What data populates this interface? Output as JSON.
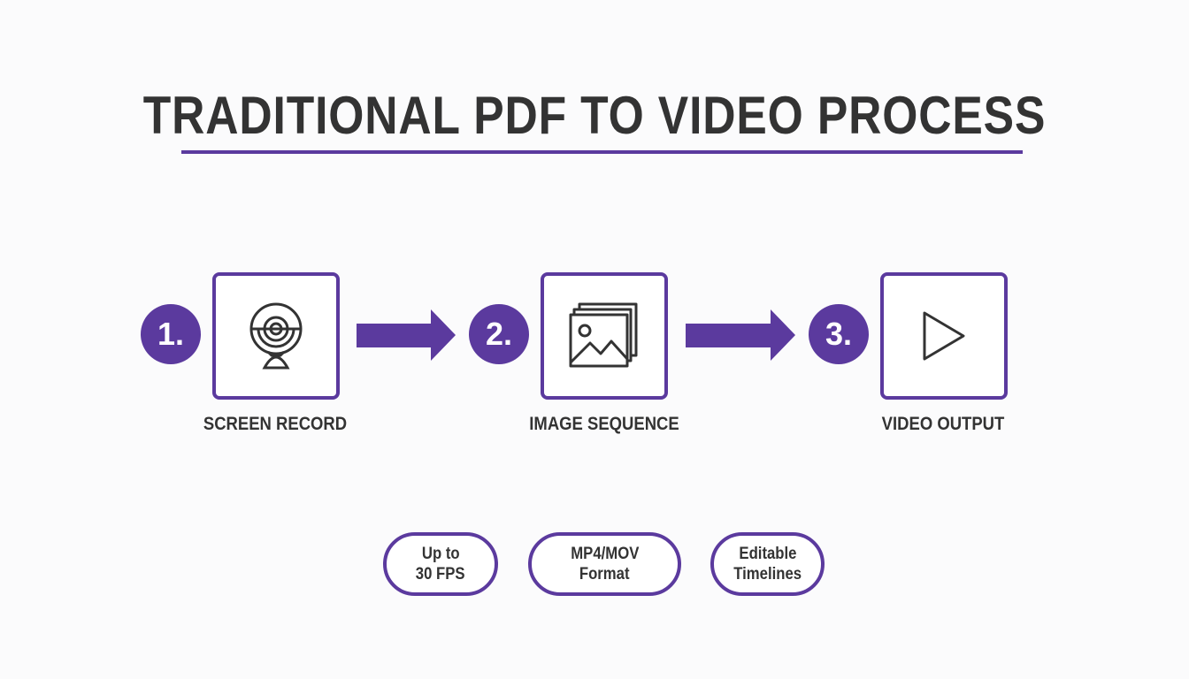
{
  "title": "TRADITIONAL PDF TO VIDEO PROCESS",
  "accent_color": "#5b3a9e",
  "steps": [
    {
      "number": "1.",
      "label": "SCREEN RECORD",
      "icon": "webcam-icon"
    },
    {
      "number": "2.",
      "label": "IMAGE SEQUENCE",
      "icon": "image-stack-icon"
    },
    {
      "number": "3.",
      "label": "VIDEO OUTPUT",
      "icon": "play-icon"
    }
  ],
  "features": [
    {
      "line1": "Up to",
      "line2": "30 FPS"
    },
    {
      "line1": "MP4/MOV",
      "line2": "Format"
    },
    {
      "line1": "Editable",
      "line2": "Timelines"
    }
  ]
}
